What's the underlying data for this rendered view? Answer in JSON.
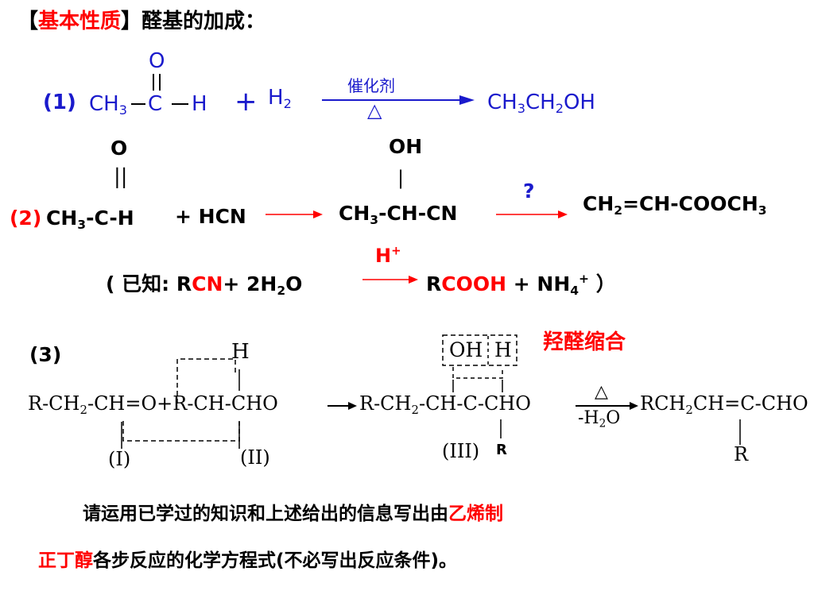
{
  "title": {
    "open": "【",
    "tag": "基本性质",
    "close": "】",
    "text": "醛基的加成："
  },
  "eq1": {
    "label": "(1)",
    "oxygen": "O",
    "reactant": {
      "a": "CH",
      "a_sub": "3",
      "b": "C",
      "c": "H"
    },
    "plus": "+",
    "h2": {
      "a": "H",
      "a_sub": "2"
    },
    "catalyst": "催化剂",
    "heat": "△",
    "product": {
      "a": "CH",
      "a_sub": "3",
      "b": "CH",
      "b_sub": "2",
      "c": "OH"
    }
  },
  "eq2": {
    "label": "(2)",
    "top_o": "O",
    "bond_double": "||",
    "reactant": {
      "a": "CH",
      "a_sub": "3",
      "b": "-C-H"
    },
    "hcn": "+ HCN",
    "top_oh": "OH",
    "bond_single": "|",
    "intermediate": {
      "a": "CH",
      "a_sub": "3",
      "b": "-CH-CN"
    },
    "question": "?",
    "product": {
      "a": "CH",
      "a_sub": "2",
      "b": "=CH-COOCH",
      "b_sub": "3"
    }
  },
  "known": {
    "open": "( 已知: ",
    "r1": "R",
    "cn": "CN",
    "plus_water": "+ 2H",
    "water_sub": "2",
    "water_o": "O",
    "catalyst": "H",
    "catalyst_sup": "+",
    "r2": "R",
    "cooh": "COOH",
    "plus_nh": " +  NH",
    "nh_sub": "4",
    "nh_sup": "+",
    "close": " ）"
  },
  "eq3": {
    "label": "(3)",
    "name": "羟醛缩合",
    "left_chain": "R-CH",
    "left_sub": "2",
    "left_chain2": "-CH=O+R-CH-CHO",
    "h_top": "H",
    "mark1": "(I)",
    "mark2": "(II)",
    "mid_chain": "R-CH",
    "mid_sub": "2",
    "mid_chain2": "-CH-C-CHO",
    "oh": "OH",
    "h": "H",
    "mark3": "(III)",
    "r_small": "R",
    "heat": "△",
    "water": "-H",
    "water_sub": "2",
    "water_o": "O",
    "product": "RCH",
    "product_sub": "2",
    "product2": "CH=C-CHO",
    "r_bottom": "R"
  },
  "question": {
    "line1_a": "请运用已学过的知识和上述给出的信息写出由",
    "line1_red": "乙烯制",
    "line2_red": "正丁醇",
    "line2_b": "各步反应的化学方程式(不必写出反应条件)。"
  },
  "colors": {
    "accent_red": "#ff0000",
    "blue": "#1a1acc",
    "text": "#000000"
  }
}
